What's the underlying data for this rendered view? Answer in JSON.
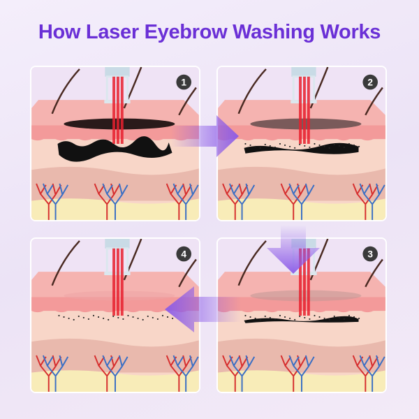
{
  "title": "How Laser Eyebrow Washing Works",
  "colors": {
    "title": "#6a2fd6",
    "arrow": "#8a5ae8",
    "laser": "#e8202e",
    "badge": "#3a3a3a"
  },
  "panels": [
    {
      "step": "1",
      "ink": "heavy",
      "surface_pigment": "dark"
    },
    {
      "step": "2",
      "ink": "medium",
      "surface_pigment": "faded"
    },
    {
      "step": "3",
      "ink": "thin",
      "surface_pigment": "faint"
    },
    {
      "step": "4",
      "ink": "particles",
      "surface_pigment": "none"
    }
  ],
  "arrows": [
    {
      "from": "1",
      "to": "2",
      "direction": "right"
    },
    {
      "from": "2",
      "to": "3",
      "direction": "down"
    },
    {
      "from": "3",
      "to": "4",
      "direction": "left"
    }
  ]
}
